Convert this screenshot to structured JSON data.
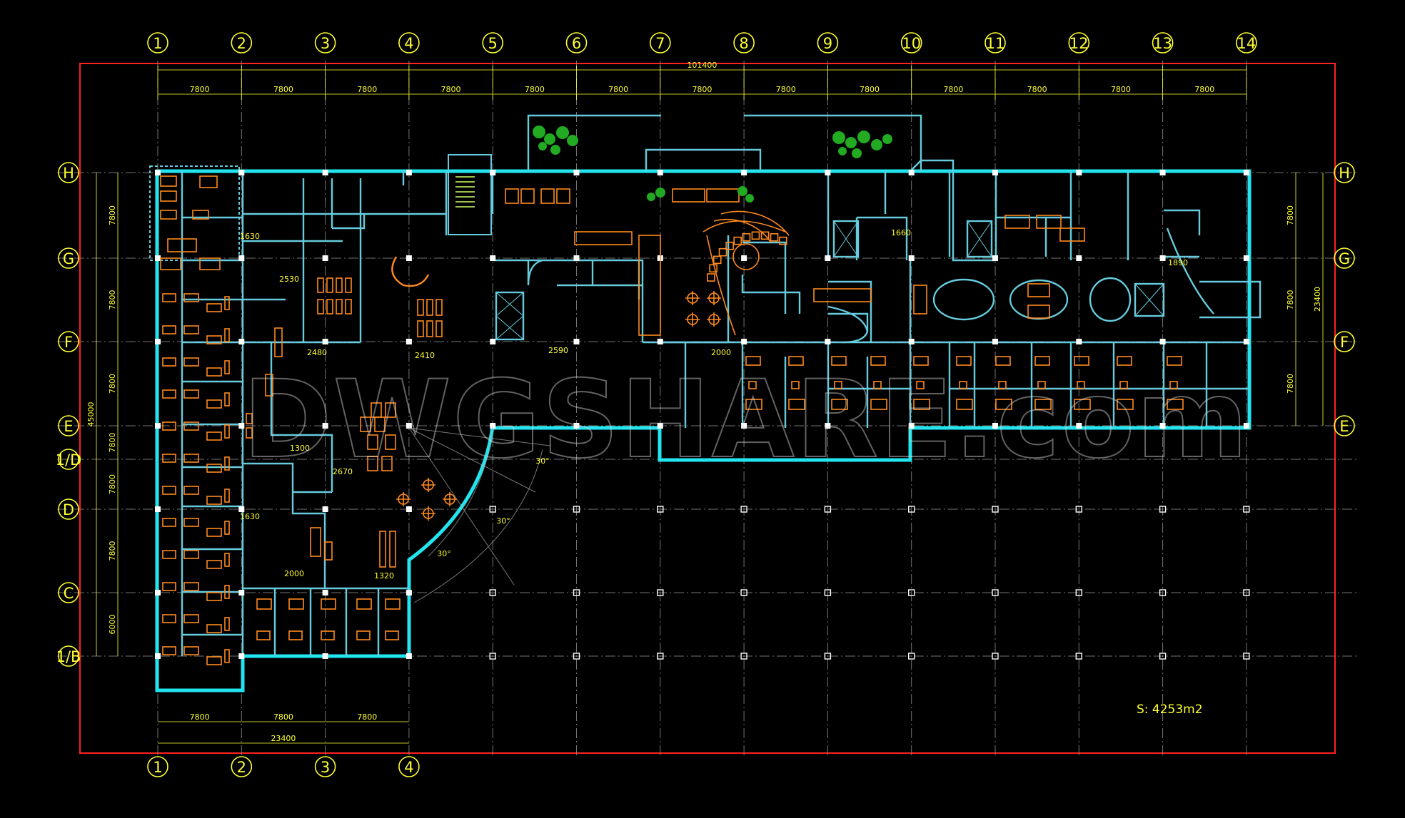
{
  "drawing": {
    "columns_top": [
      "1",
      "2",
      "3",
      "4",
      "5",
      "6",
      "7",
      "8",
      "9",
      "10",
      "11",
      "12",
      "13",
      "14"
    ],
    "columns_bottom": [
      "1",
      "2",
      "3",
      "4"
    ],
    "rows": [
      "H",
      "G",
      "F",
      "E",
      "1/D",
      "D",
      "C",
      "1/B"
    ],
    "dim_total_top": "101400",
    "dim_bays_top": [
      "7800",
      "7800",
      "7800",
      "7800",
      "7800",
      "7800",
      "7800",
      "7800",
      "7800",
      "7800",
      "7800",
      "7800",
      "7800"
    ],
    "dim_left_total": "45000",
    "dim_left_bays": [
      "7800",
      "7800",
      "7800",
      "7800",
      "7800",
      "7800",
      "6000"
    ],
    "dim_right_total": "23400",
    "dim_right_bays": [
      "7800",
      "7800",
      "7800"
    ],
    "dim_bottom_bays": [
      "7800",
      "7800",
      "7800"
    ],
    "dim_bottom_total": "23400",
    "room_dims": [
      "1630",
      "2530",
      "2480",
      "2410",
      "2590",
      "2000",
      "1660",
      "1890",
      "1630",
      "2000",
      "1320",
      "2670",
      "1300"
    ],
    "angles": [
      "30°",
      "30°",
      "30°"
    ],
    "area_label": "S: 4253m2",
    "watermark": "DWGSHARE.com"
  },
  "colors": {
    "background": "#000000",
    "frame": "#ff2020",
    "axis": "#ffff33",
    "walls": "#66ccdd",
    "exterior_walls": "#22e5f0",
    "furniture": "#ff8a1f",
    "plants": "#22aa22",
    "stair": "#ccff66"
  }
}
